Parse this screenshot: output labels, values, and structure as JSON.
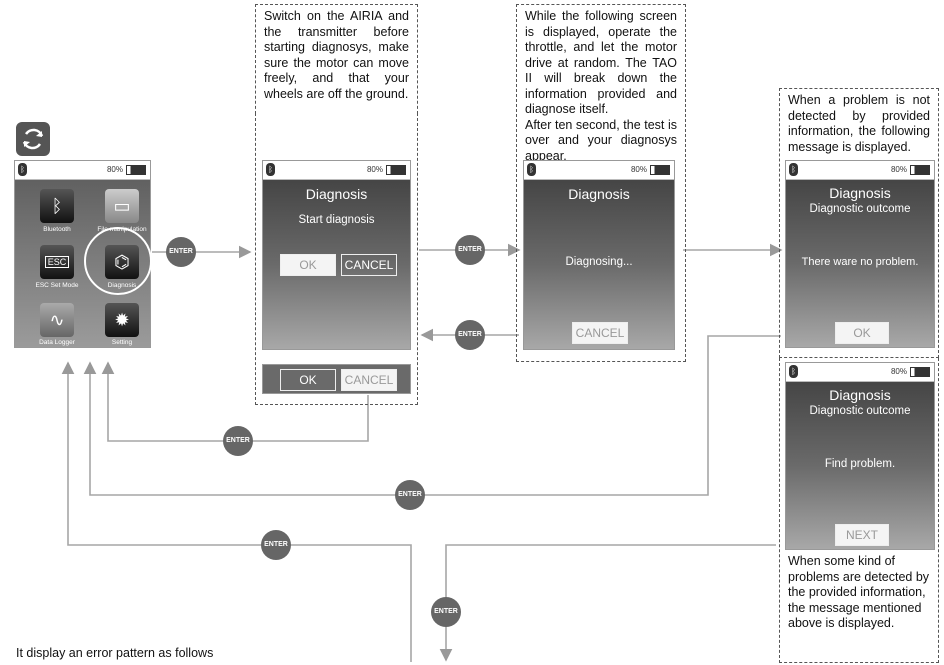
{
  "refresh_icon": "refresh-icon",
  "menu": {
    "battery": "80%",
    "items": [
      {
        "label": "Bluetooth",
        "icon": "bluetooth-icon"
      },
      {
        "label": "File manipulation",
        "icon": "folder-icon"
      },
      {
        "label": "ESC Set Mode",
        "icon": "esc-icon"
      },
      {
        "label": "Diagnosis",
        "icon": "diagnosis-icon"
      },
      {
        "label": "Data Logger",
        "icon": "data-logger-icon"
      },
      {
        "label": "Setting",
        "icon": "gear-icon"
      }
    ],
    "esc_text": "ESC"
  },
  "enter_label": "ENTER",
  "note1": "Switch on the AIRIA and the transmitter before starting diagnosys, make sure the motor can move freely, and that your wheels are off the ground.",
  "note2": "While the following screen is displayed, operate the throttle, and let the motor drive at random. The TAO II will break down the information provided and diagnose itself.\nAfter ten second, the test is over and your diagnosys appear.",
  "note3": "When a problem is not detected by provided information, the following message is displayed.",
  "note4": "When some kind of problems are detected by the provided information, the message mentioned above is displayed.",
  "screen_start": {
    "battery": "80%",
    "title": "Diagnosis",
    "message": "Start diagnosis",
    "ok": "OK",
    "cancel": "CANCEL"
  },
  "screen_start_bar": {
    "ok": "OK",
    "cancel": "CANCEL"
  },
  "screen_running": {
    "battery": "80%",
    "title": "Diagnosis",
    "message": "Diagnosing...",
    "cancel": "CANCEL"
  },
  "screen_ok": {
    "battery": "80%",
    "title": "Diagnosis",
    "subtitle": "Diagnostic outcome",
    "message": "There ware no problem.",
    "button": "OK"
  },
  "screen_problem": {
    "battery": "80%",
    "title": "Diagnosis",
    "subtitle": "Diagnostic outcome",
    "message": "Find problem.",
    "button": "NEXT"
  },
  "footer": "It display an error pattern as follows"
}
